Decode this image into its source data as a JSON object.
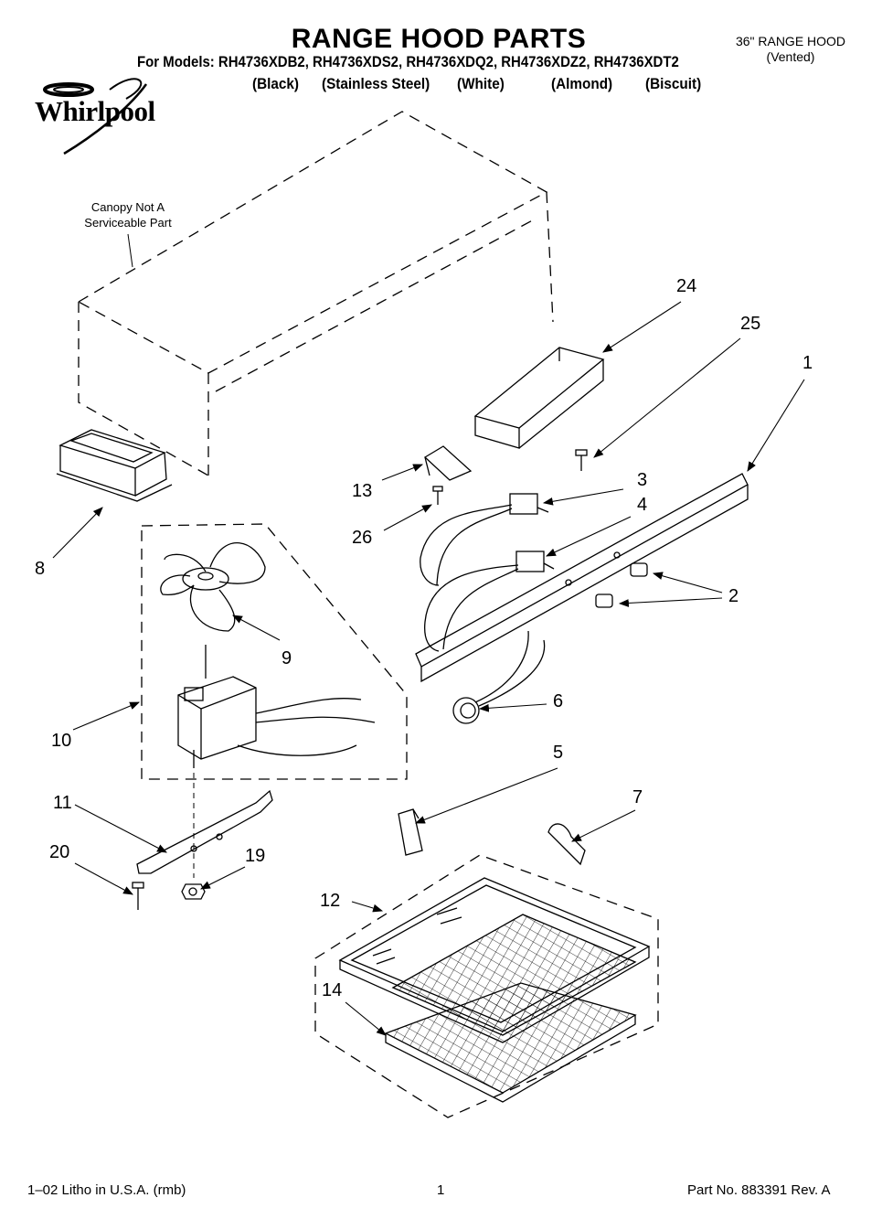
{
  "header": {
    "title": "RANGE HOOD PARTS",
    "models": "For Models: RH4736XDB2, RH4736XDS2, RH4736XDQ2, RH4736XDZ2, RH4736XDT2",
    "colors": [
      "(Black)",
      "(Stainless Steel)",
      "(White)",
      "(Almond)",
      "(Biscuit)"
    ],
    "hood_type": "36\" RANGE HOOD",
    "hood_subtype": "(Vented)"
  },
  "brand": {
    "logo_text": "Whirlpool"
  },
  "diagram": {
    "canopy_note_line1": "Canopy Not A",
    "canopy_note_line2": "Serviceable Part",
    "part_labels": [
      "24",
      "25",
      "1",
      "13",
      "3",
      "26",
      "4",
      "8",
      "2",
      "9",
      "6",
      "10",
      "5",
      "11",
      "7",
      "20",
      "19",
      "12",
      "14"
    ]
  },
  "footer": {
    "litho": "1–02 Litho in U.S.A. (rmb)",
    "page": "1",
    "part_no": "Part No. 883391 Rev. A"
  }
}
